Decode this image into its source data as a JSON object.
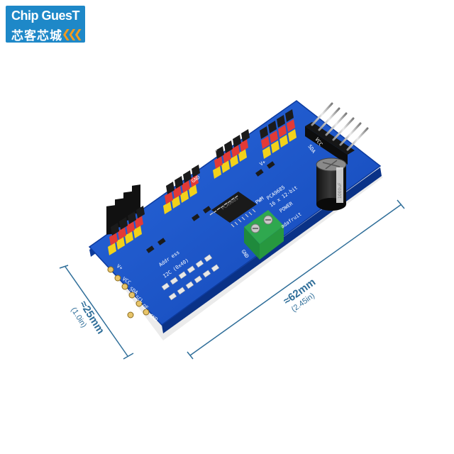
{
  "logo": {
    "brand_en": "Chip GuesT",
    "brand_zh": "芯客芯城",
    "chevron": "❮❮❮",
    "colors": {
      "background": "#1e88c8",
      "chevron": "#f39a1c"
    }
  },
  "dimensions": {
    "length_label": "≈62mm",
    "length_sub": "(2.45in)",
    "width_label": "≈25mm",
    "width_sub": "(1.0in)"
  },
  "board": {
    "color": "#1753c8",
    "chip_label": "PCA9685",
    "silkscreen": {
      "title": "PCA9685",
      "subtitle": "16 x 12-bit",
      "pwm": "PWM",
      "vplus": "V+",
      "gnd": "GND",
      "vcc": "VCC",
      "sda": "SDA",
      "scl": "SCL",
      "oe": "OE",
      "adafruit": "adafruit",
      "power": "POWER",
      "addr": "Addr ess",
      "i2c_note": "I2C (0x40)"
    },
    "capacitor_label": "1000uF"
  }
}
